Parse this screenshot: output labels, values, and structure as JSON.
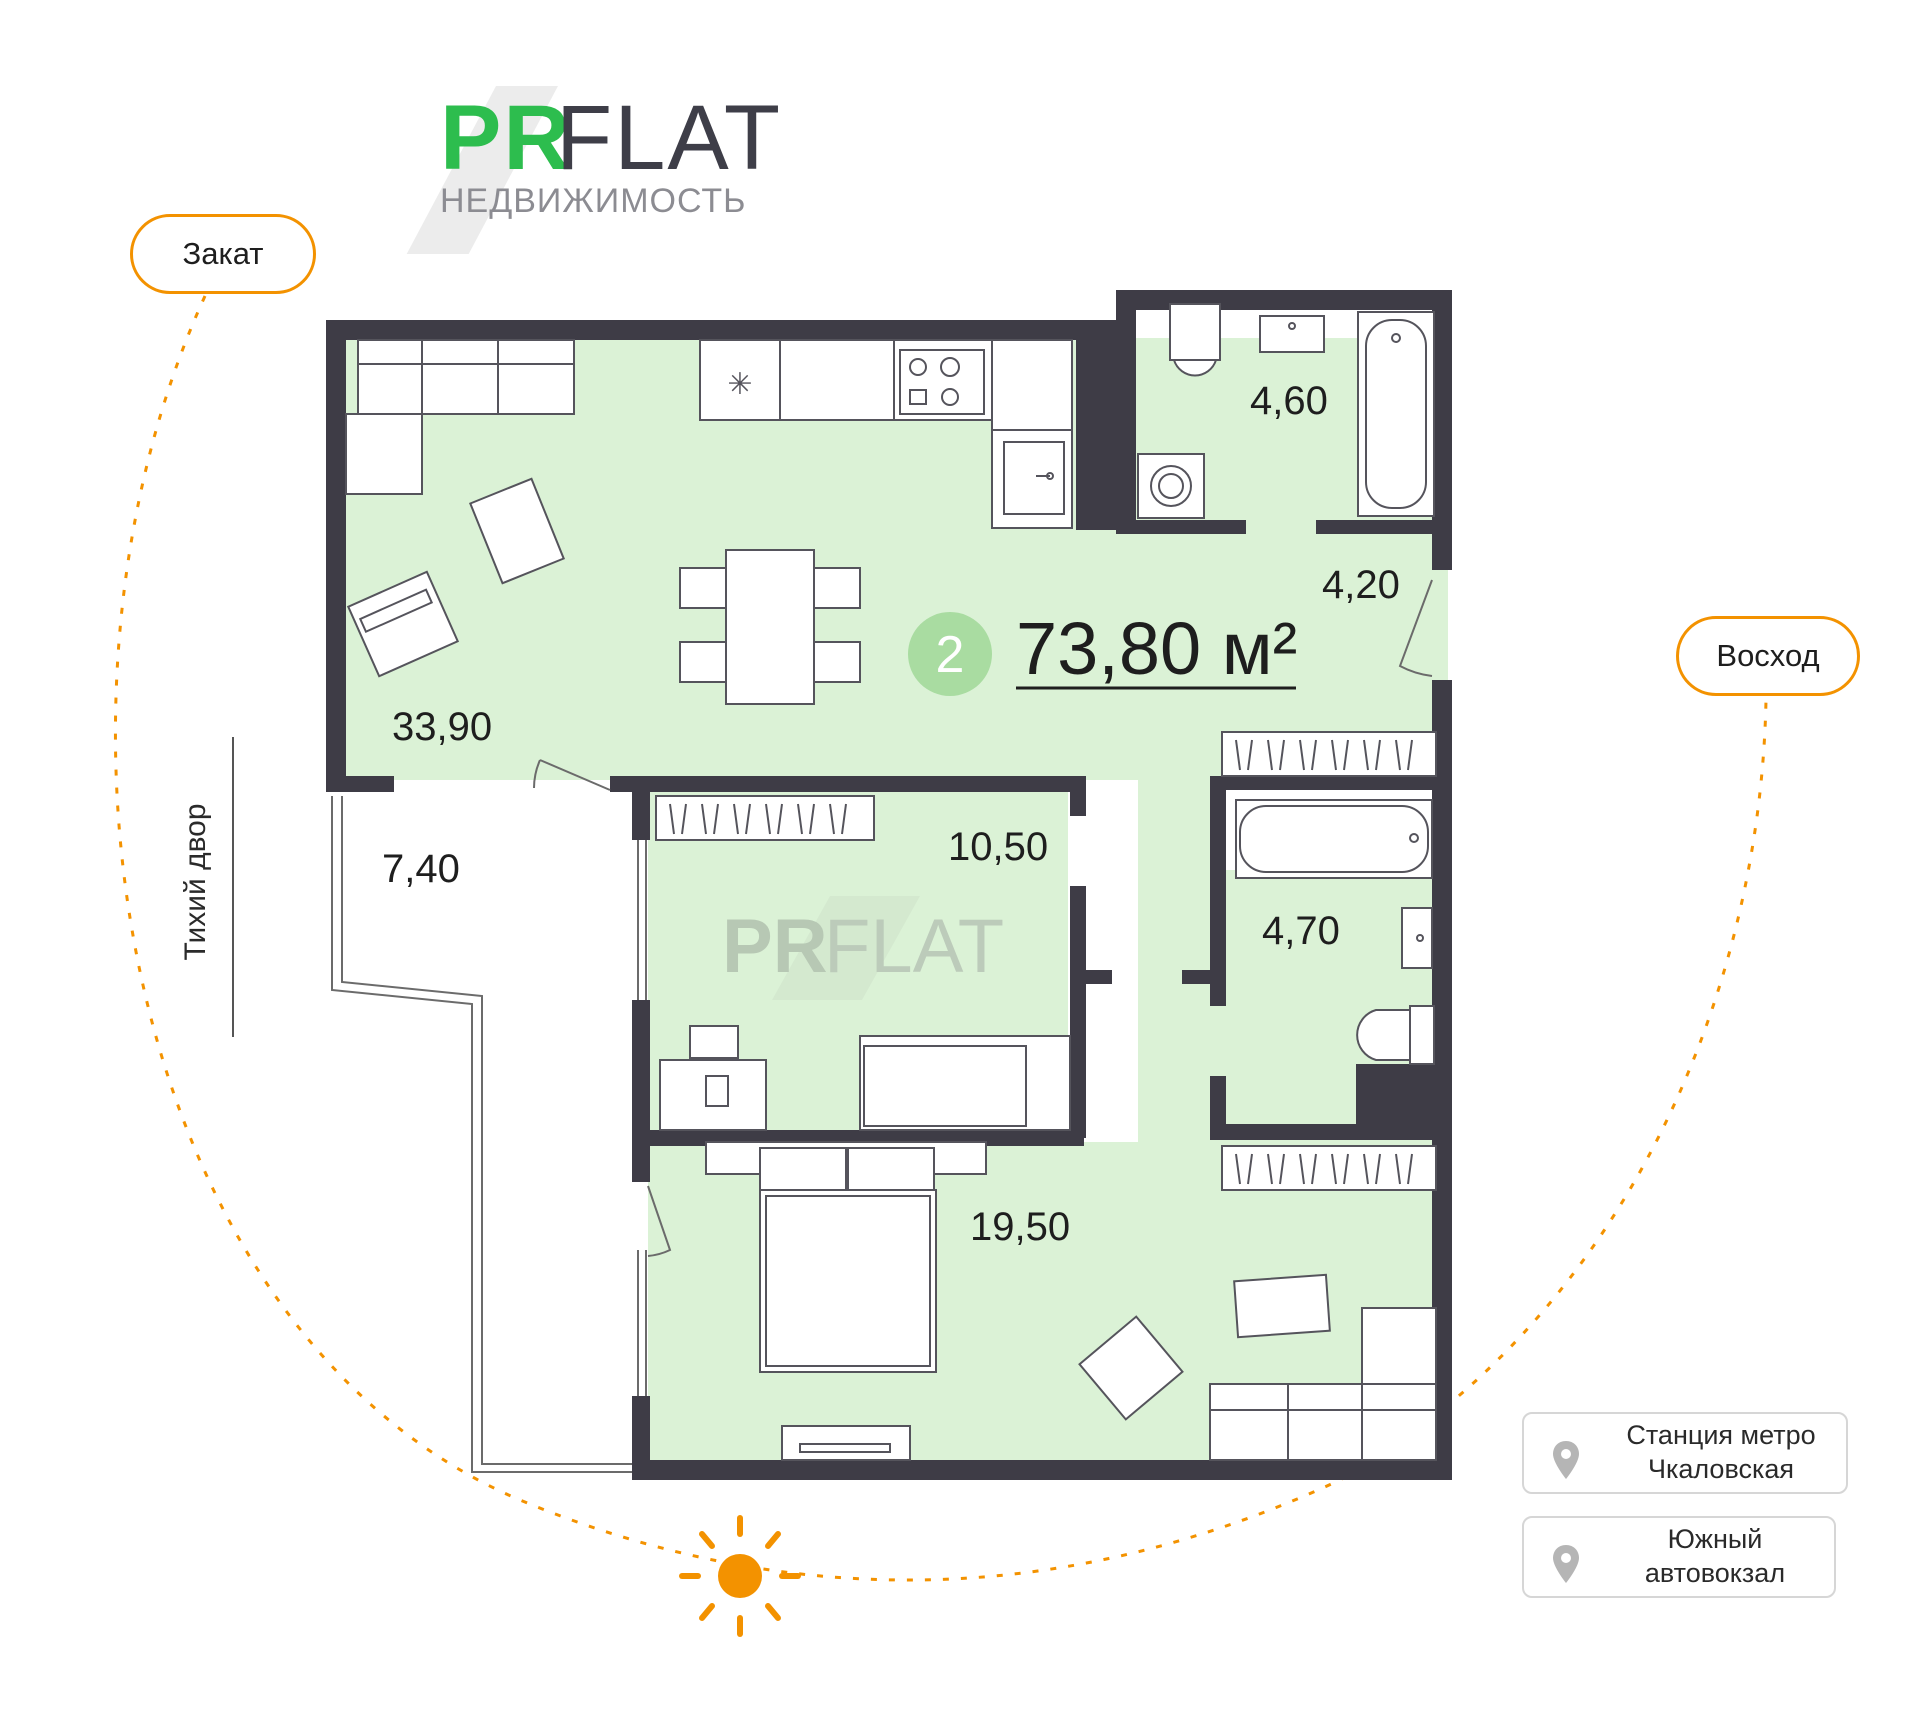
{
  "brand": {
    "logo_pr": "PR",
    "logo_flat": "FLAT",
    "logo_subtitle": "НЕДВИЖИМОСТЬ",
    "watermark_pr": "PR",
    "watermark_flat": "FLAT"
  },
  "orientation": {
    "sunset_label": "Закат",
    "sunrise_label": "Восход",
    "side_label": "Тихий двор"
  },
  "apartment": {
    "rooms_count": "2",
    "total_area": "73,80 м²",
    "areas": {
      "living_kitchen": "33,90",
      "bathroom_top": "4,60",
      "hall": "4,20",
      "balcony": "7,40",
      "bedroom_small": "10,50",
      "bathroom_right": "4,70",
      "bedroom_large": "19,50"
    }
  },
  "locations": [
    {
      "line1": "Станция метро",
      "line2": "Чкаловская"
    },
    {
      "line1": "Южный",
      "line2": "автовокзал"
    }
  ],
  "colors": {
    "floor": "#dbf2d6",
    "wall": "#3e3c46",
    "accent_orange": "#f39200",
    "brand_green": "#2dbd4e",
    "badge_green": "#a9dca1"
  }
}
